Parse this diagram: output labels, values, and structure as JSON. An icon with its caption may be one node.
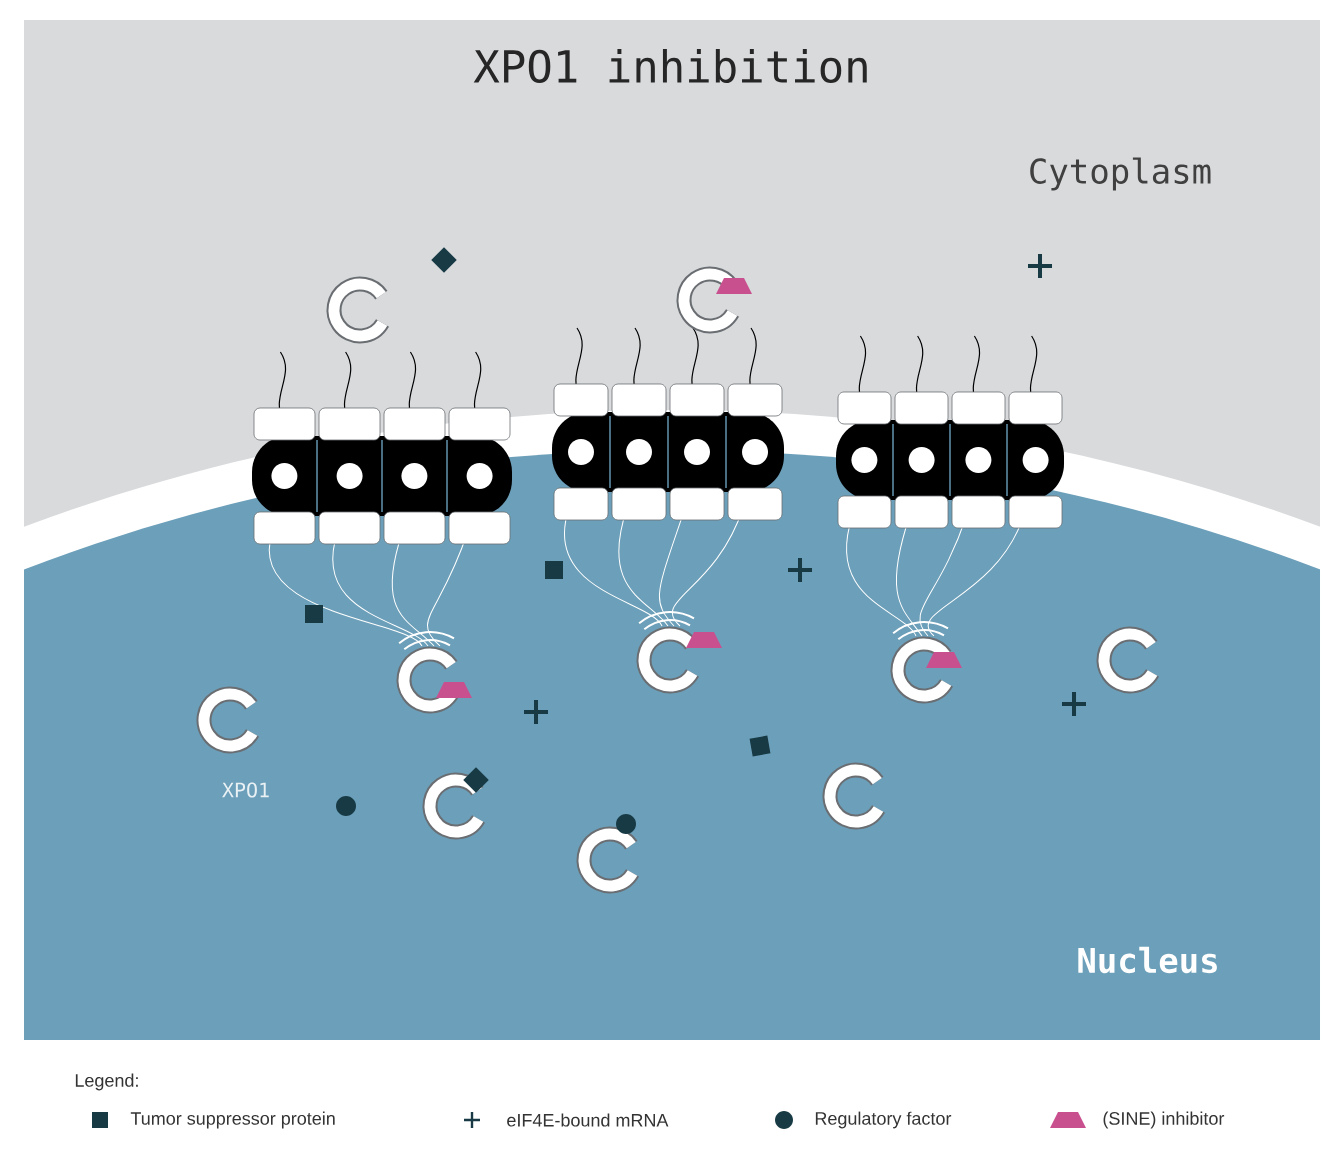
{
  "diagram": {
    "title": "XPO1 inhibition",
    "labels": [
      "Cytoplasm",
      "XPO1",
      "Nucleus",
      "Legend:"
    ],
    "legend": [
      {
        "text": "Tumor suppressor protein",
        "color": "#173a45"
      },
      {
        "text": "eIF4E-bound mRNA"
      },
      {
        "text": "Regulatory factor",
        "color": "#173a45"
      },
      {
        "text": "(SINE) inhibitor",
        "color": "#c9508f"
      }
    ]
  }
}
